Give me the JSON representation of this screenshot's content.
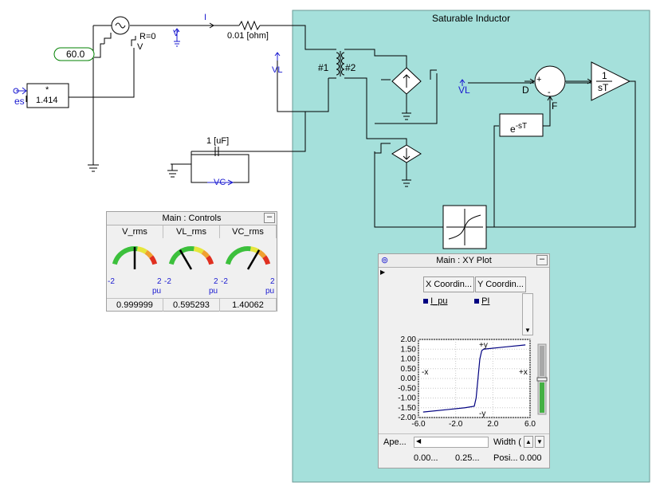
{
  "labels": {
    "panel_title": "Saturable Inductor",
    "source_mag": "60.0",
    "resistance": "R=0",
    "source_v": "V",
    "current_i": "I",
    "v_probe": "V",
    "line_res": "0.01 [ohm]",
    "vl_probe": "VL",
    "winding1": "#1",
    "winding2": "#2",
    "es": "es",
    "mult_op": "*",
    "mult_value": "1.414",
    "cap": "1 [uF]",
    "vc_probe": "VC",
    "vl_input": "VL",
    "sum_d": "D",
    "sum_plus": "+",
    "sum_minus": "-",
    "sum_f": "F",
    "delay": "e",
    "delay_sup": "-sT",
    "integ_num": "1",
    "integ_den": "sT"
  },
  "controls": {
    "title": "Main : Controls",
    "meters": [
      {
        "name": "V_rms",
        "value": "0.999999",
        "min": "-2",
        "max": "2",
        "unit": "pu",
        "reading": 0.5
      },
      {
        "name": "VL_rms",
        "value": "0.595293",
        "min": "-2",
        "max": "2",
        "unit": "pu",
        "reading": 0.3
      },
      {
        "name": "VC_rms",
        "value": "1.40062",
        "min": "-2",
        "max": "2",
        "unit": "pu",
        "reading": 0.7
      }
    ]
  },
  "xyplot": {
    "title": "Main : XY Plot",
    "x_button": "X Coordin...",
    "y_button": "Y Coordin...",
    "legend": [
      {
        "name": "I_pu",
        "color": "#000080"
      },
      {
        "name": "PI",
        "color": "#000080"
      }
    ],
    "aperture_label": "Ape...",
    "width_label": "Width",
    "width_field": "(",
    "bottom_values": [
      "0.00...",
      "0.25...",
      "Posi...",
      "0.000"
    ],
    "axis_labels": {
      "py": "+y",
      "px": "+x",
      "mx": "-x",
      "my": "-y"
    }
  },
  "chart_data": {
    "type": "line",
    "xlim": [
      -6,
      6
    ],
    "ylim": [
      -2,
      2
    ],
    "x_ticks": [
      -6.0,
      -2.0,
      2.0,
      6.0
    ],
    "x_tick_labels": [
      "-6.0",
      "-2.0",
      "2.0",
      "6.0"
    ],
    "y_ticks": [
      2.0,
      1.5,
      1.0,
      0.5,
      0.0,
      -0.5,
      -1.0,
      -1.5,
      -2.0
    ],
    "y_tick_labels": [
      "2.00",
      "1.50",
      "1.00",
      "0.50",
      "0.00",
      "-0.50",
      "-1.00",
      "-1.50",
      "-2.00"
    ],
    "grid": true,
    "series": [
      {
        "name": "I_pu",
        "color": "#000080",
        "x": [
          -5.5,
          -3.0,
          -1.0,
          0.0,
          0.2,
          0.4,
          0.6,
          0.8,
          1.0,
          3.0,
          5.5
        ],
        "y": [
          -1.72,
          -1.6,
          -1.5,
          -1.42,
          -1.0,
          0.0,
          1.0,
          1.42,
          1.5,
          1.6,
          1.72
        ]
      }
    ]
  }
}
